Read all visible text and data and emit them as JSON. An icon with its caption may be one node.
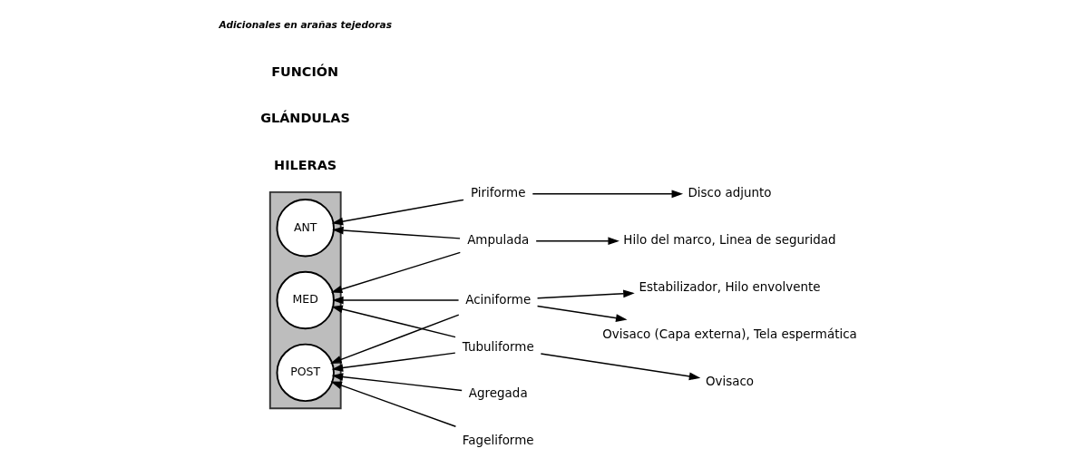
{
  "diagram": {
    "nodes": [
      {
        "text": [],
        "shape": "box"
      },
      {
        "text": [
          "ANT"
        ],
        "in": 0
      },
      {
        "text": [
          "MED"
        ],
        "in": 0
      },
      {
        "text": [
          "POST"
        ],
        "in": 0
      },
      {
        "text": [
          "Piriforme"
        ]
      },
      {
        "text": [
          "Ampulada"
        ]
      },
      {
        "text": [
          "Aciniforme"
        ]
      },
      {
        "text": [
          "Tubuliforme"
        ]
      },
      {
        "text": [
          "Agregada"
        ]
      },
      {
        "text": [
          "Fageliforme"
        ]
      },
      {
        "text": [
          "Disco adjunto"
        ]
      },
      {
        "text": [
          "Hilo del marco, Linea de seguridad"
        ]
      },
      {
        "text": [
          "Estabilizador, Hilo envolvente"
        ]
      },
      {
        "text": [
          "Ovisaco (Capa externa), Tela espermática"
        ]
      },
      {
        "text": [
          "Ovisaco"
        ]
      }
    ],
    "edges": [
      {
        "from": 4,
        "to": 1,
        "arrow": "to"
      },
      {
        "from": 5,
        "to": 1,
        "arrow": "to"
      },
      {
        "from": 5,
        "to": 2,
        "arrow": "to"
      },
      {
        "from": 6,
        "to": 2,
        "arrow": "to"
      },
      {
        "from": 7,
        "to": 2,
        "arrow": "to"
      },
      {
        "from": 6,
        "to": 3,
        "arrow": "to"
      },
      {
        "from": 7,
        "to": 3,
        "arrow": "to"
      },
      {
        "from": 8,
        "to": 3,
        "arrow": "to"
      },
      {
        "from": 9,
        "to": 3,
        "arrow": "to"
      },
      {
        "from": 4,
        "to": 10,
        "arrow": "to"
      },
      {
        "from": 5,
        "to": 11,
        "arrow": "to"
      },
      {
        "from": 6,
        "to": 12,
        "arrow": "to"
      },
      {
        "from": 6,
        "to": 13,
        "arrow": "to"
      },
      {
        "from": 7,
        "to": 14,
        "arrow": "to"
      }
    ],
    "labels": [
      "HILERAS",
      "GLÁNDULAS",
      "FUNCIÓN",
      "Adicionales en arañas tejedoras"
    ]
  }
}
